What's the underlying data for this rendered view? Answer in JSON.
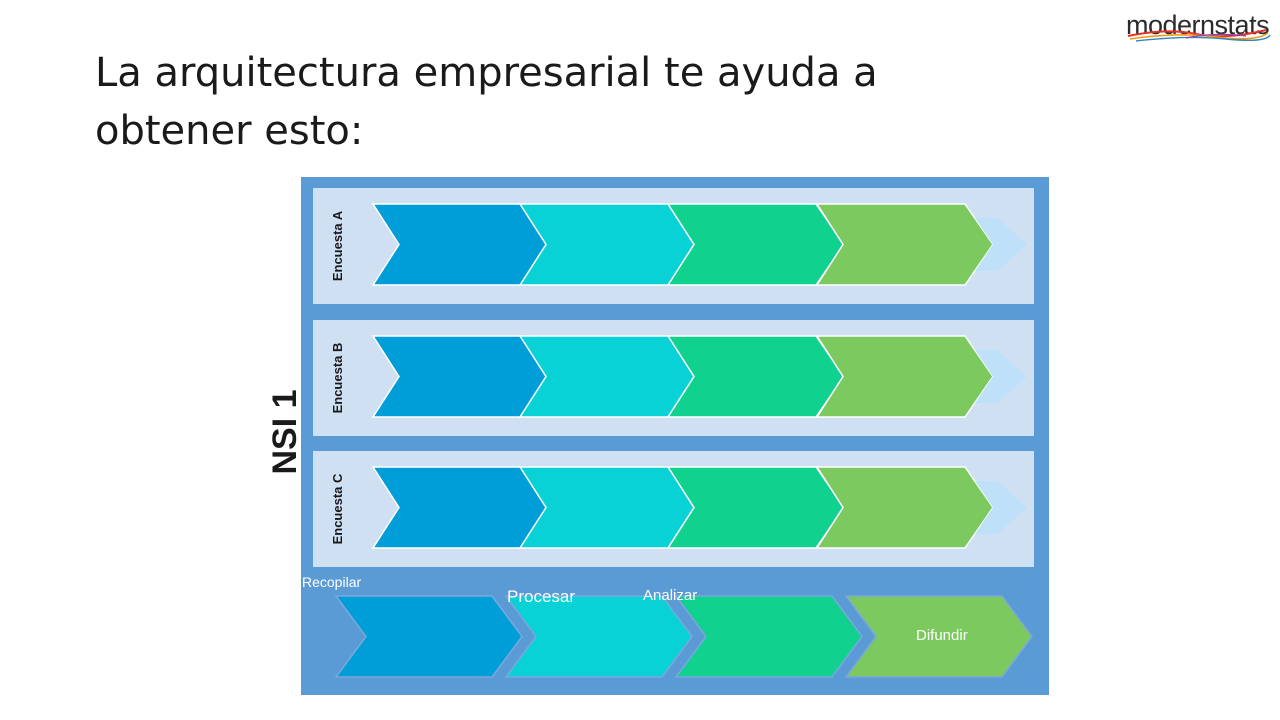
{
  "slide": {
    "title": "La arquitectura empresarial te ayuda a obtener esto:"
  },
  "logo": {
    "text": "modernstats",
    "colors": [
      "#e4322b",
      "#f39c12",
      "#2e86c1",
      "#8e44ad"
    ]
  },
  "diagram": {
    "system_label": "NSI 1",
    "surveys": [
      {
        "label": "Encuesta A"
      },
      {
        "label": "Encuesta B"
      },
      {
        "label": "Encuesta C"
      }
    ],
    "phases": [
      {
        "label": "Recopilar",
        "color": "#009ed8"
      },
      {
        "label": "Procesar",
        "color": "#08d2d6"
      },
      {
        "label": "Analizar",
        "color": "#11d18f"
      },
      {
        "label": "Difundir",
        "color": "#7cc95f"
      }
    ],
    "colors": {
      "outer_panel": "#5b9bd5",
      "survey_band": "#cfe0f3",
      "tail_chevron": "#bee0f8",
      "label_dark": "#1a1a1a",
      "label_light": "#ffffff"
    }
  }
}
